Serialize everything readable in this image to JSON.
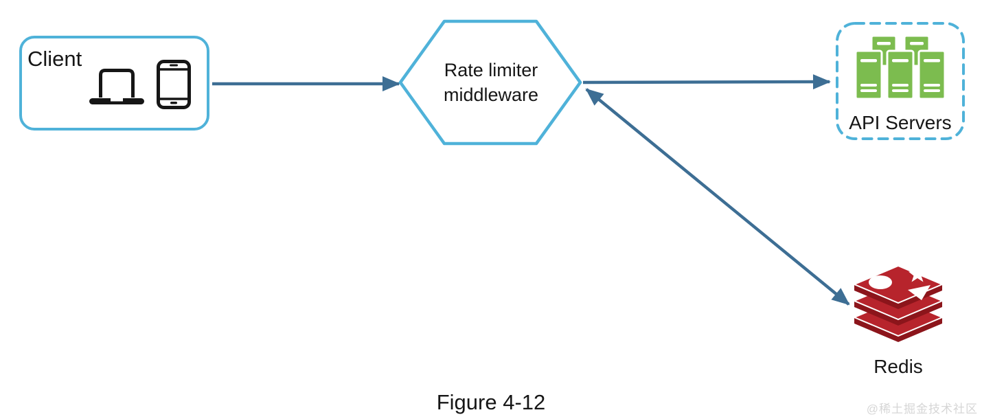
{
  "figure": {
    "caption": "Figure 4-12",
    "watermark": "@稀土掘金技术社区"
  },
  "nodes": {
    "client": {
      "label": "Client",
      "icons": [
        "laptop-icon",
        "smartphone-icon"
      ]
    },
    "rate_limiter": {
      "label": "Rate limiter middleware",
      "shape": "hexagon"
    },
    "api_servers": {
      "label": "API Servers",
      "icon": "server-stack-icon"
    },
    "redis": {
      "label": "Redis",
      "icon": "redis-database-icon"
    }
  },
  "connections": [
    {
      "from": "client",
      "to": "rate_limiter",
      "direction": "one-way"
    },
    {
      "from": "rate_limiter",
      "to": "api_servers",
      "direction": "one-way"
    },
    {
      "from": "rate_limiter",
      "to": "redis",
      "direction": "two-way"
    }
  ],
  "colors": {
    "background": "#FFFFFF",
    "node_border": "#4FB2D9",
    "arrow": "#3D6E94",
    "server_green": "#7CBC4F",
    "redis_red": "#B7242C",
    "redis_red_dark": "#8C151B",
    "text": "#161616",
    "icon_ink": "#161616",
    "watermark_gray": "#D6D6D6"
  }
}
